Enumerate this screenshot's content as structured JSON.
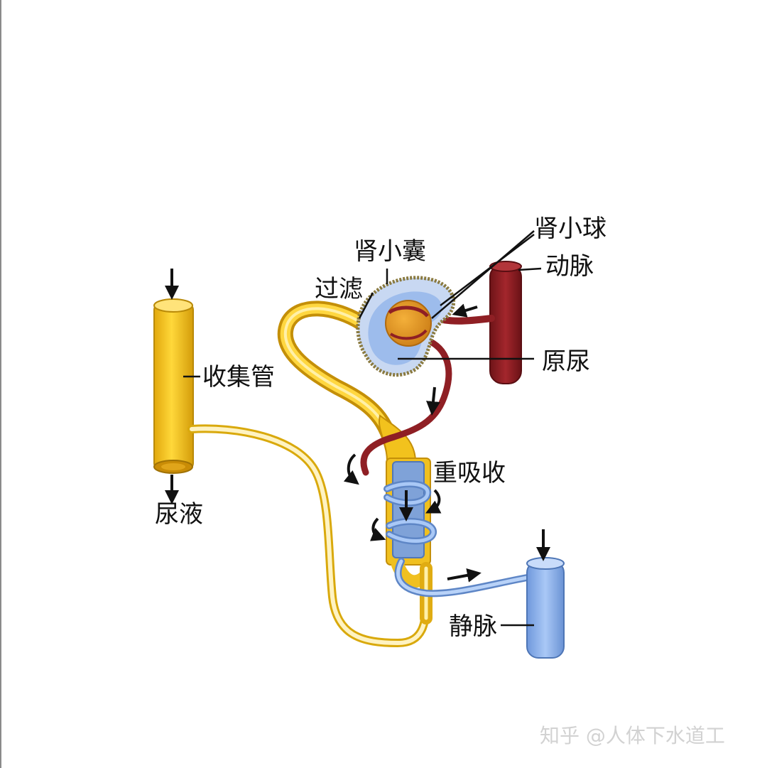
{
  "labels": {
    "glomerulus": "肾小球",
    "capsule": "肾小囊",
    "artery": "动脉",
    "filtration": "过滤",
    "primary_urine": "原尿",
    "collecting_duct": "收集管",
    "reabsorption": "重吸收",
    "urine": "尿液",
    "vein": "静脉"
  },
  "watermark": "知乎 @人体下水道工",
  "colors": {
    "tubule": "#f2c21d",
    "tubule_dark": "#c9960c",
    "artery": "#8f1f24",
    "vein": "#8fb6ee",
    "vein_dark": "#5e86c6",
    "capsule": "#c8d8f2"
  }
}
